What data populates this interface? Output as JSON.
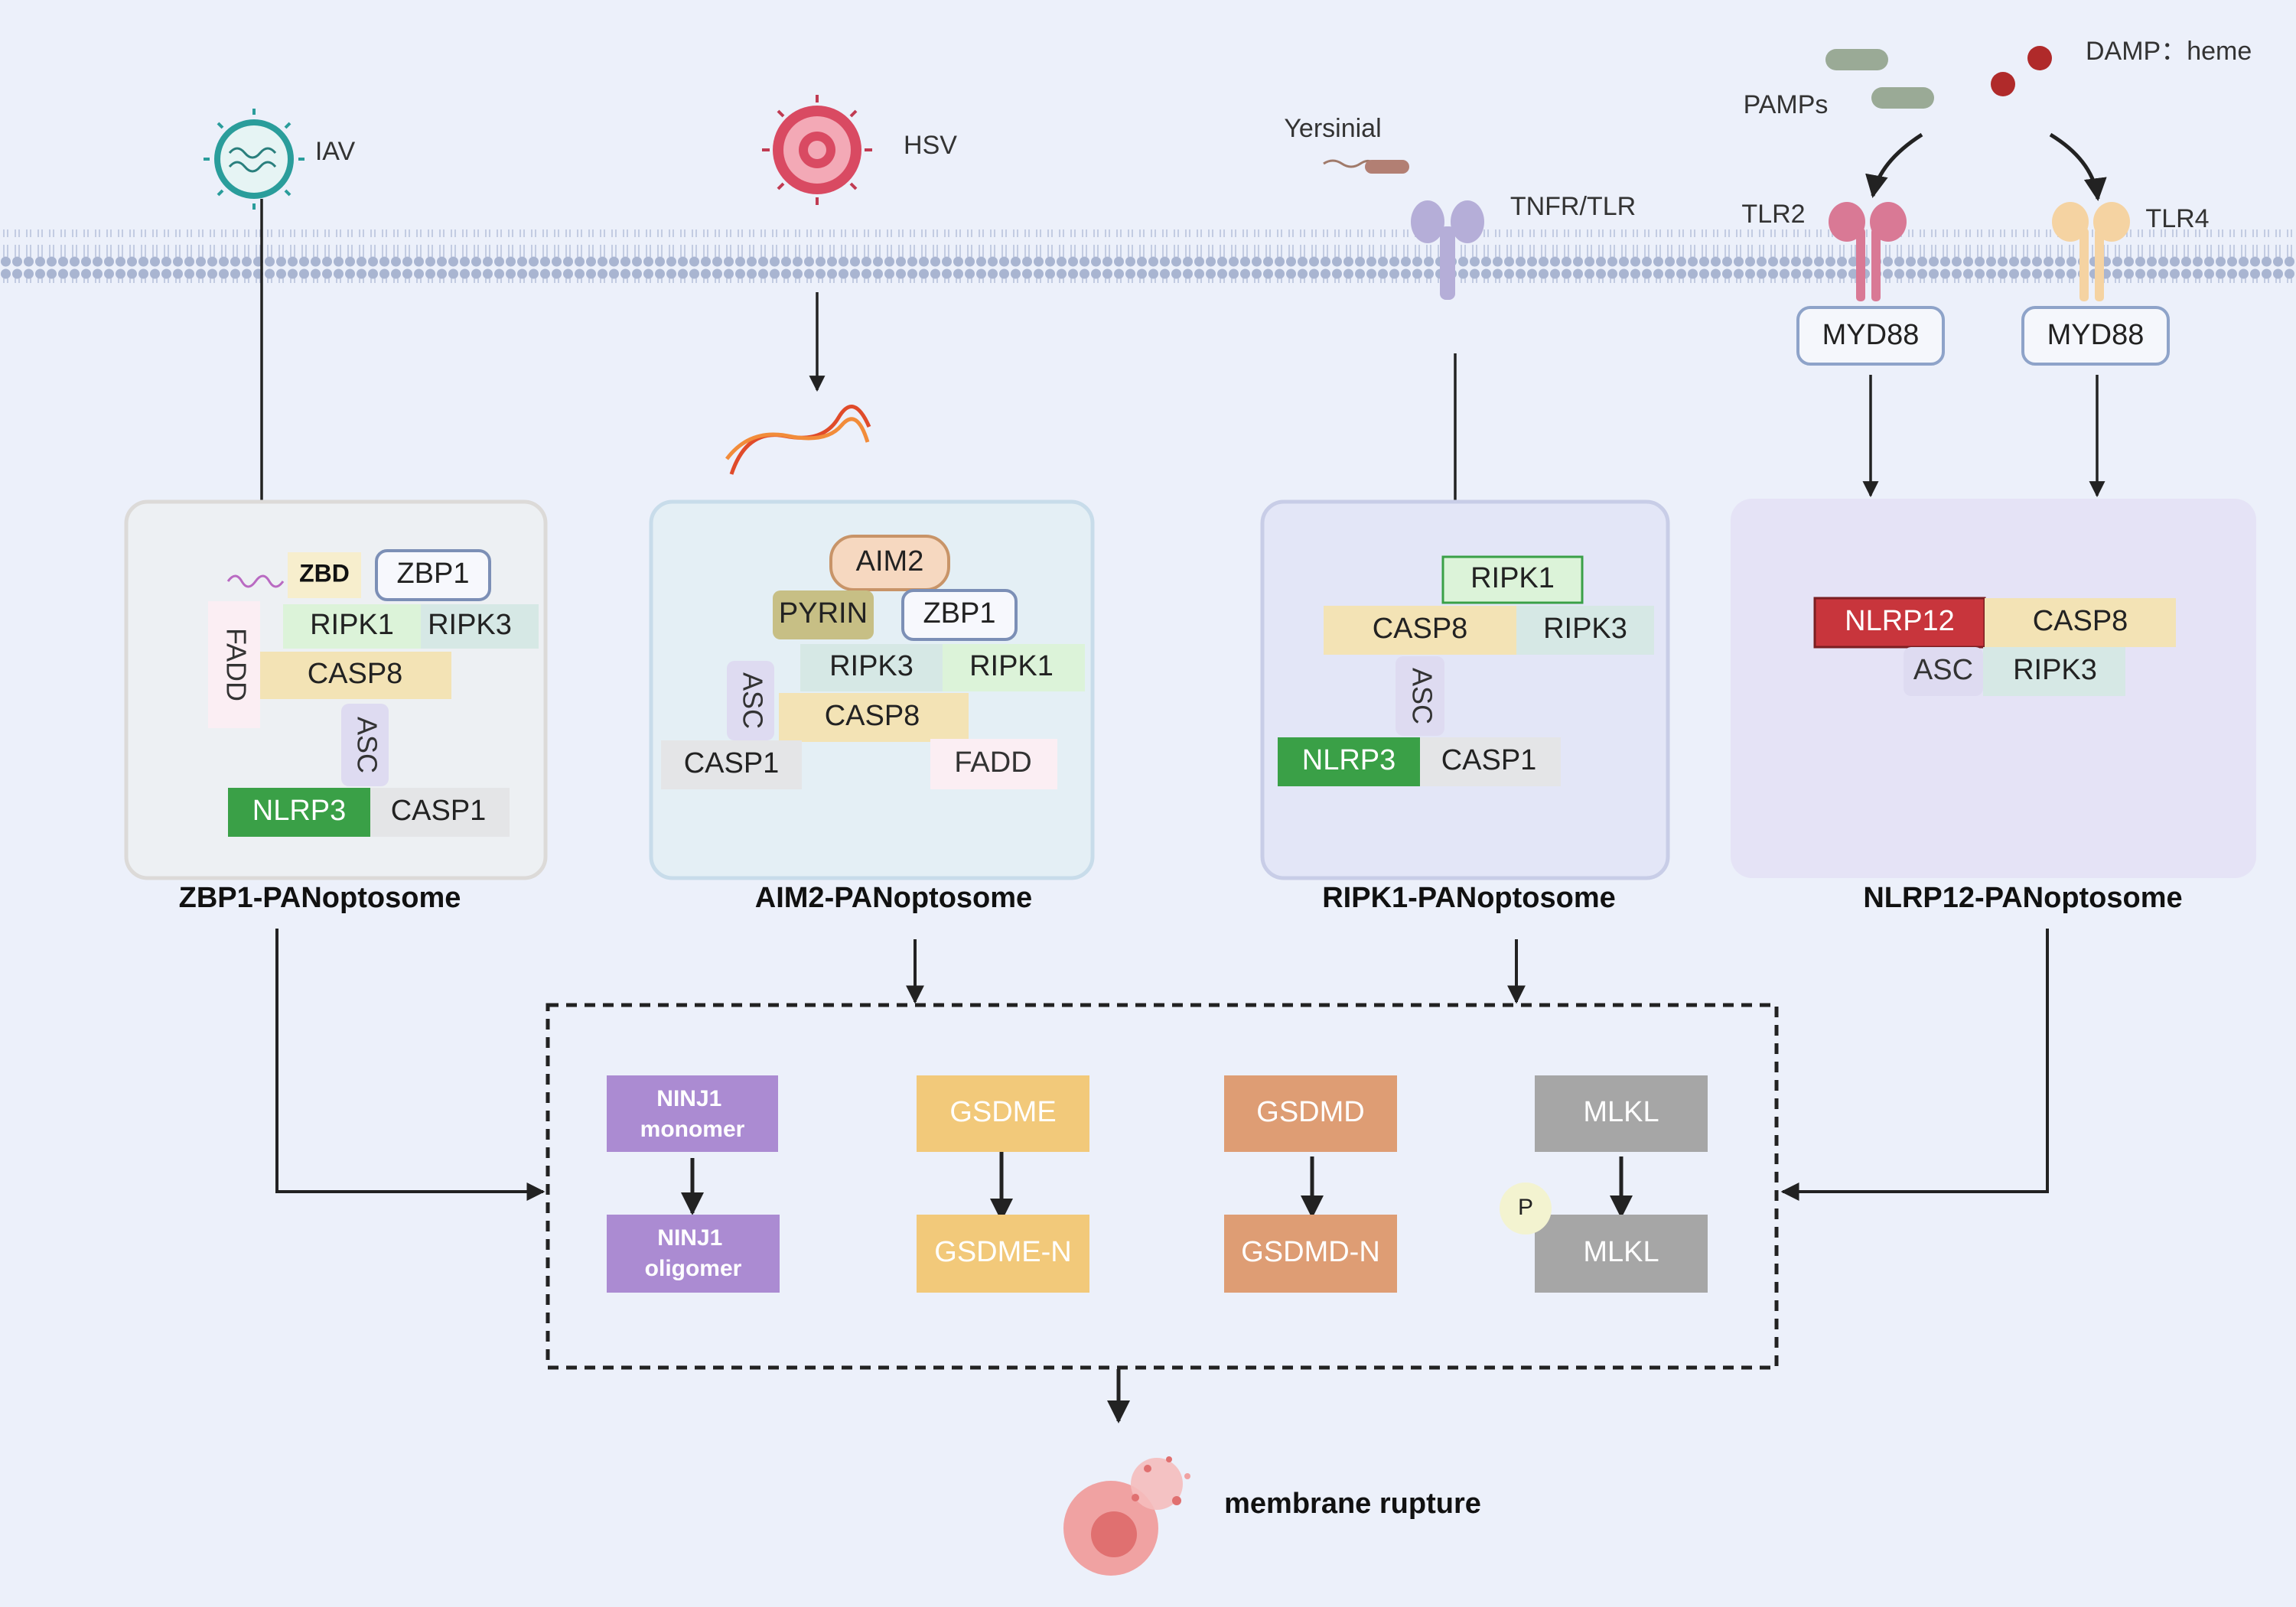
{
  "pathogens": {
    "iav": "IAV",
    "hsv": "HSV",
    "yersinia": "Yersinial",
    "pamps": "PAMPs",
    "damp": "DAMP：heme"
  },
  "receptors": {
    "tnfr": "TNFR/TLR",
    "tlr2": "TLR2",
    "tlr4": "TLR4",
    "myd88": "MYD88"
  },
  "complexes": {
    "zbp1": {
      "title": "ZBP1-PANoptosome",
      "zbd": "ZBD",
      "zbp1": "ZBP1",
      "ripk1": "RIPK1",
      "ripk3": "RIPK3",
      "fadd": "FADD",
      "casp8": "CASP8",
      "asc": "ASC",
      "nlrp3": "NLRP3",
      "casp1": "CASP1"
    },
    "aim2": {
      "title": "AIM2-PANoptosome",
      "aim2": "AIM2",
      "pyrin": "PYRIN",
      "zbp1": "ZBP1",
      "ripk3": "RIPK3",
      "ripk1": "RIPK1",
      "asc": "ASC",
      "casp8": "CASP8",
      "casp1": "CASP1",
      "fadd": "FADD"
    },
    "ripk1": {
      "title": "RIPK1-PANoptosome",
      "ripk1": "RIPK1",
      "casp8": "CASP8",
      "ripk3": "RIPK3",
      "asc": "ASC",
      "nlrp3": "NLRP3",
      "casp1": "CASP1"
    },
    "nlrp12": {
      "title": "NLRP12-PANoptosome",
      "nlrp12": "NLRP12",
      "casp8": "CASP8",
      "asc": "ASC",
      "ripk3": "RIPK3"
    }
  },
  "executors": {
    "ninj1_monomer": [
      "NINJ1",
      "monomer"
    ],
    "ninj1_oligomer": [
      "NINJ1",
      "oligomer"
    ],
    "gsdme": "GSDME",
    "gsdme_n": "GSDME-N",
    "gsdmd": "GSDMD",
    "gsdmd_n": "GSDMD-N",
    "mlkl": "MLKL",
    "mlkl_p": "MLKL",
    "phospho": "P"
  },
  "outcome": "membrane rupture",
  "colors": {
    "background": "#ecf0fa",
    "membrane": "#a9b5d1",
    "ripk1": "#dcf3d9",
    "ripk3": "#d6e8e5",
    "casp8": "#f3e3b5",
    "fadd": "#fbeef3",
    "asc": "#dedbf1",
    "nlrp3": "#3aa047",
    "casp1": "#e4e5e7",
    "nlrp12": "#c8353c",
    "pyrin": "#c7bf85",
    "aim2": "#f6d8c0",
    "ninj1": "#ab8bd2",
    "gsdme": "#f2c97a",
    "gsdmd": "#de9d74",
    "mlkl": "#a6a6a6"
  }
}
